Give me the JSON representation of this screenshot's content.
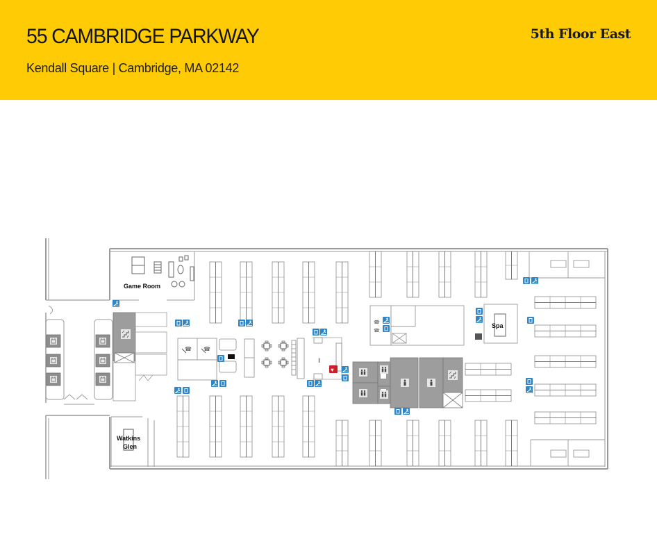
{
  "header": {
    "title": "55 CAMBRIDGE PARKWAY",
    "subtitle": "Kendall Square | Cambridge, MA 02142",
    "floor_label": "5th Floor East",
    "background_color": "#ffcb05"
  },
  "floor_plan": {
    "rooms": [
      {
        "name": "Game Room"
      },
      {
        "name": "Watkins Glen"
      },
      {
        "name": "Spa"
      }
    ],
    "labels": {
      "game_room": "Game Room",
      "watkins_line1": "Watkins",
      "watkins_line2": "Glen",
      "spa": "Spa"
    },
    "icon_types": [
      "recycling-bin-icon",
      "wet-floor-icon",
      "elevator-icon",
      "stairs-icon",
      "restroom-icon",
      "aed-defibrillator-icon",
      "phone-booth-icon",
      "printer-icon",
      "kitchen-icon"
    ],
    "colors": {
      "wall": "#9a9a9a",
      "core_fill": "#9d9d9d",
      "sign_blue": "#2f86c6",
      "aed_red": "#c9202a"
    }
  }
}
